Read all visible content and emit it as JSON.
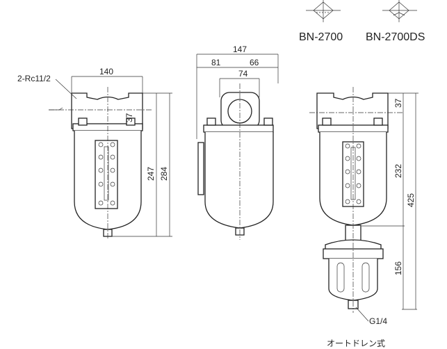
{
  "models": [
    {
      "name": "BN-2700",
      "symbol": "filter-symbol-icon"
    },
    {
      "name": "BN-2700DS",
      "symbol": "filter-autodrain-symbol-icon"
    }
  ],
  "front_view": {
    "port_label": "2-Rc11/2",
    "width": "140",
    "port_height": "37",
    "body_height": "247",
    "total_height": "284"
  },
  "side_view": {
    "total_width": "147",
    "left_offset": "81",
    "right_offset": "66",
    "port_width": "74"
  },
  "autodrain_view": {
    "port_height": "37",
    "bowl_height": "232",
    "total_height": "425",
    "drain_height": "156",
    "drain_port": "G1/4",
    "caption": "オートドレン式"
  }
}
